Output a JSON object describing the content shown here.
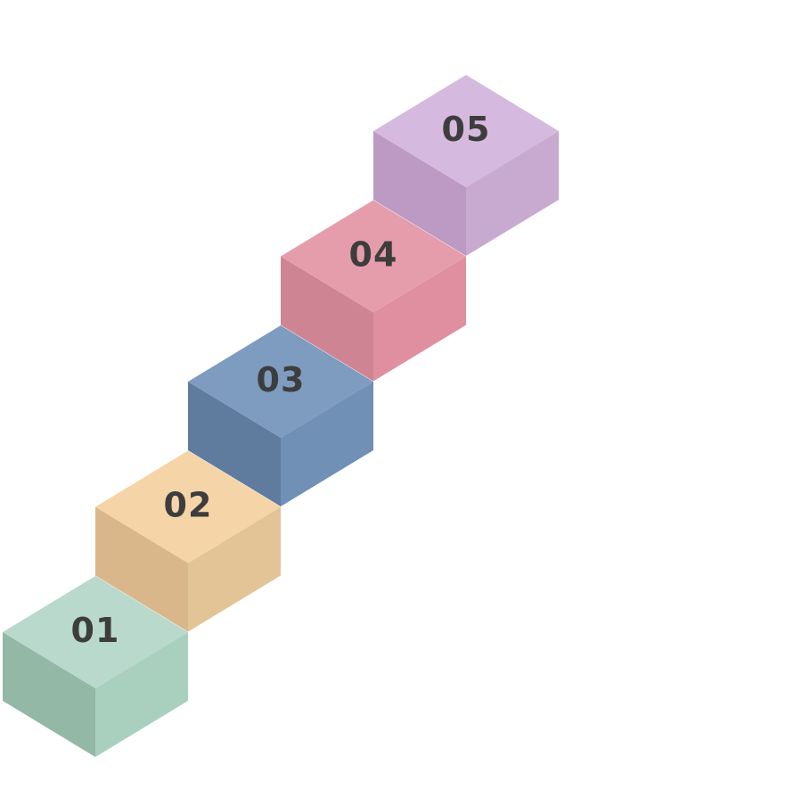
{
  "steps": [
    {
      "label": "01",
      "colors": {
        "top": "#b8d9cb",
        "left": "#93b8a6",
        "right": "#a9cfbf"
      }
    },
    {
      "label": "02",
      "colors": {
        "top": "#f5d4a8",
        "left": "#dab78a",
        "right": "#e2c497"
      }
    },
    {
      "label": "03",
      "colors": {
        "top": "#7e9cbf",
        "left": "#5f7c9f",
        "right": "#7090b5"
      }
    },
    {
      "label": "04",
      "colors": {
        "top": "#e69dab",
        "left": "#cf8494",
        "right": "#df8fa0"
      }
    },
    {
      "label": "05",
      "colors": {
        "top": "#d5b9de",
        "left": "#bd9ac4",
        "right": "#c8a9d0"
      }
    }
  ],
  "text_color": "#3d3d3d"
}
